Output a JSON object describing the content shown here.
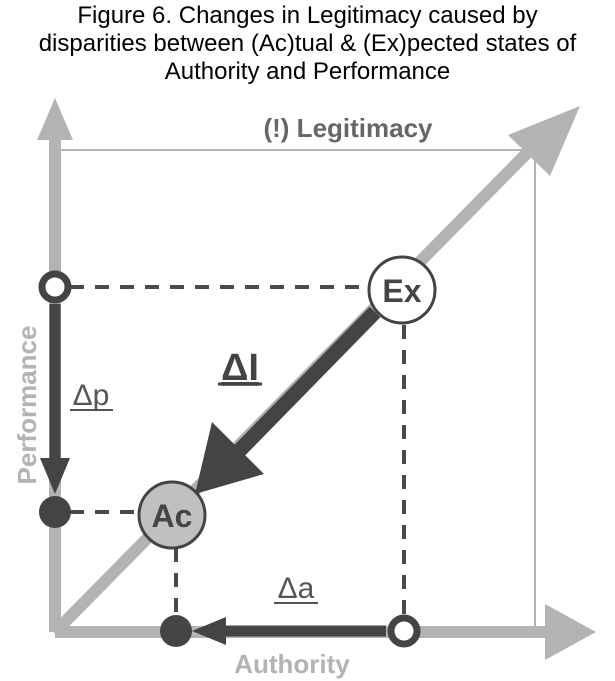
{
  "title": {
    "line1": "Figure 6. Changes in Legitimacy caused by",
    "line2": "disparities between (Ac)tual & (Ex)pected states of",
    "line3": "Authority and Performance"
  },
  "axes": {
    "x_label": "Authority",
    "y_label": "Performance",
    "diagonal_label": "(!) Legitimacy"
  },
  "points": {
    "expected": "Ex",
    "actual": "Ac"
  },
  "deltas": {
    "legitimacy": "ΔI",
    "performance": "Δp",
    "authority": "Δa"
  },
  "colors": {
    "axis_gray": "#b3b3b3",
    "dark": "#444444",
    "actual_fill": "#c0c0c0",
    "label_gray": "#666666"
  }
}
